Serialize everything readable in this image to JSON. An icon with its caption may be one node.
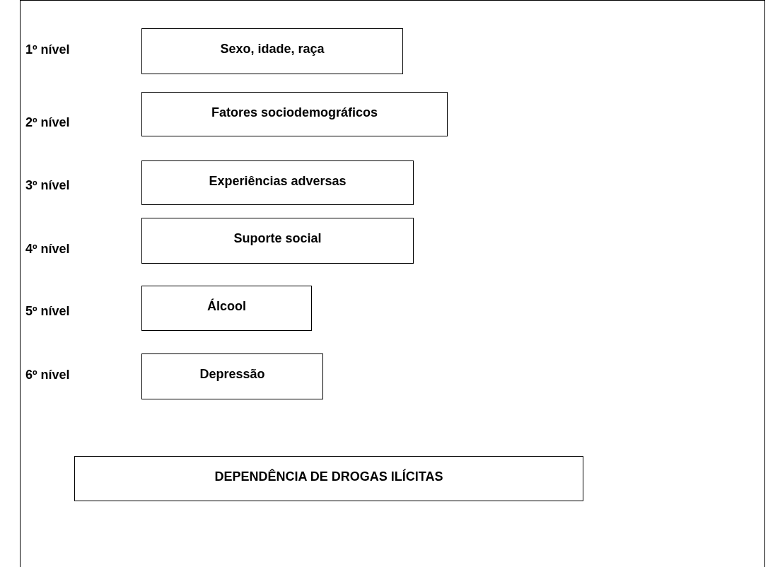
{
  "diagram": {
    "nodes": [
      {
        "text": [
          "Sexo, idade, raça"
        ]
      },
      {
        "text": [
          "Fatores sociodemográficos"
        ]
      },
      {
        "text": [
          "Experiências adversas"
        ]
      },
      {
        "text": [
          "Suporte social"
        ]
      },
      {
        "text": [
          "Álcool"
        ]
      },
      {
        "text": [
          "Depressão"
        ]
      },
      {
        "text": [
          "DEPENDÊNCIA DE DROGAS ILÍCITAS"
        ]
      }
    ],
    "labels": [
      "1º nível",
      "2º nível",
      "3º nível",
      "4º nível",
      "5º nível",
      "6º nível"
    ]
  }
}
